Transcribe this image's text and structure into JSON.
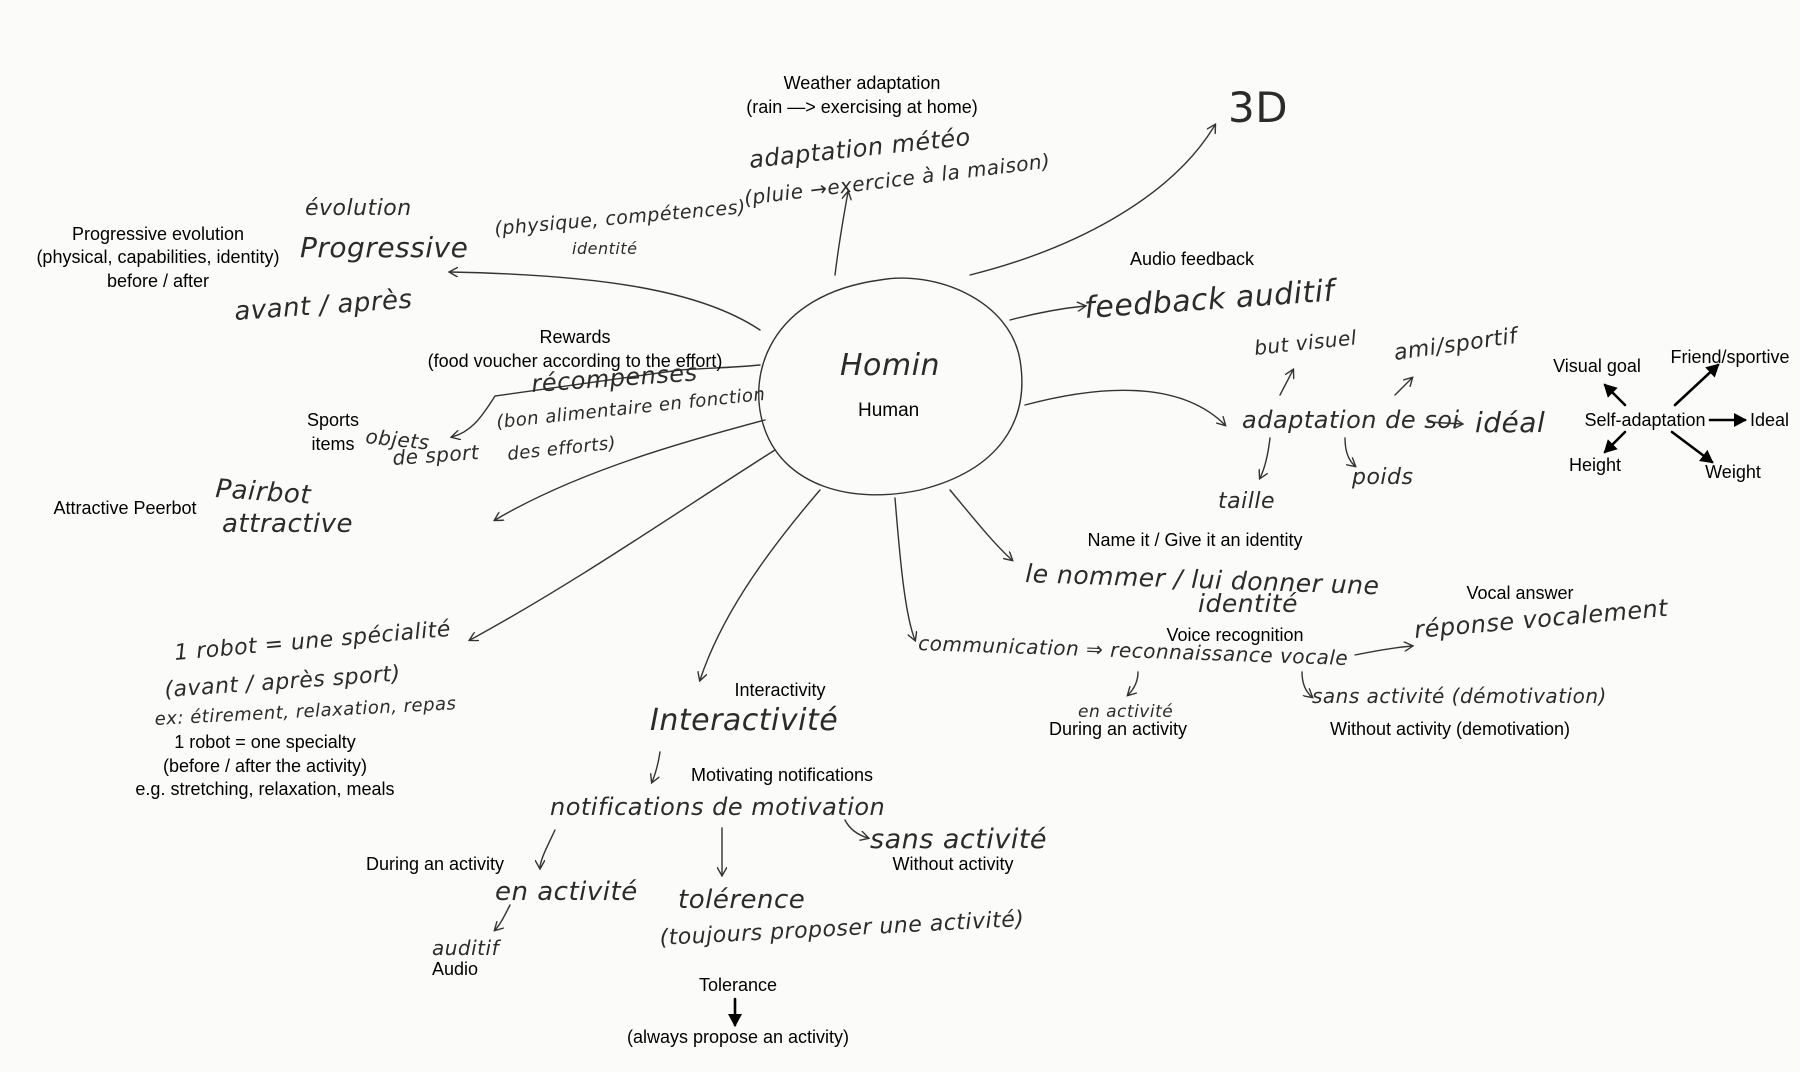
{
  "center": {
    "handwritten": "Homin",
    "translation": "Human"
  },
  "nodes": {
    "weather": {
      "handwritten": [
        "adaptation météo",
        "(pluie →exercice à la maison)"
      ],
      "translation": [
        "Weather adaptation",
        "(rain —> exercising at home)"
      ]
    },
    "three_d": {
      "handwritten": "3D"
    },
    "audio_feedback": {
      "handwritten": "feedback auditif",
      "translation": "Audio feedback"
    },
    "progressive": {
      "handwritten": [
        "évolution",
        "Progressive",
        "(physique, compétences)",
        "identité",
        "avant / après"
      ],
      "translation": [
        "Progressive evolution",
        "(physical, capabilities, identity)",
        "before / after"
      ]
    },
    "rewards": {
      "handwritten": [
        "récompenses",
        "(bon alimentaire en fonction",
        "des efforts)"
      ],
      "translation": [
        "Rewards",
        "(food voucher according to the effort)"
      ]
    },
    "sports_items": {
      "handwritten": [
        "objets",
        "de sport"
      ],
      "translation": [
        "Sports",
        "items"
      ]
    },
    "peerbot": {
      "handwritten": [
        "Pairbot",
        "attractive"
      ],
      "translation": "Attractive Peerbot"
    },
    "specialty": {
      "handwritten": [
        "1 robot = une spécialité",
        "(avant / après sport)",
        "ex: étirement, relaxation, repas"
      ],
      "translation": [
        "1 robot = one specialty",
        "(before / after the activity)",
        "e.g. stretching, relaxation, meals"
      ]
    },
    "self_adaptation": {
      "handwritten": {
        "center": "adaptation de soi",
        "visual_goal": "but visuel",
        "friend": "ami/sportif",
        "ideal": "idéal",
        "height": "taille",
        "weight": "poids"
      },
      "translation": {
        "center": "Self-adaptation",
        "visual_goal": "Visual goal",
        "friend": "Friend/sportive",
        "ideal": "Ideal",
        "height": "Height",
        "weight": "Weight"
      }
    },
    "name_it": {
      "handwritten": [
        "le nommer / lui donner une",
        "identité"
      ],
      "translation": "Name it / Give it an identity"
    },
    "communication": {
      "handwritten": {
        "main": "communication ⇒ reconnaissance vocale",
        "vocal_answer": "réponse vocalement",
        "in_activity": "en activité",
        "no_activity": "sans activité (démotivation)"
      },
      "translation": {
        "voice_recognition": "Voice recognition",
        "vocal_answer": "Vocal answer",
        "in_activity": "During an activity",
        "no_activity": "Without activity (demotivation)"
      }
    },
    "interactivity": {
      "handwritten": {
        "main": "Interactivité",
        "notifications": "notifications de motivation",
        "no_activity": "sans activité",
        "in_activity": "en activité",
        "audio": "auditif",
        "tolerance": [
          "tolérence",
          "(toujours proposer une activité)"
        ]
      },
      "translation": {
        "main": "Interactivity",
        "notifications": "Motivating notifications",
        "no_activity": "Without activity",
        "in_activity": "During an activity",
        "audio": "Audio",
        "tolerance": "Tolerance",
        "tolerance_detail": "(always propose an activity)"
      }
    }
  }
}
